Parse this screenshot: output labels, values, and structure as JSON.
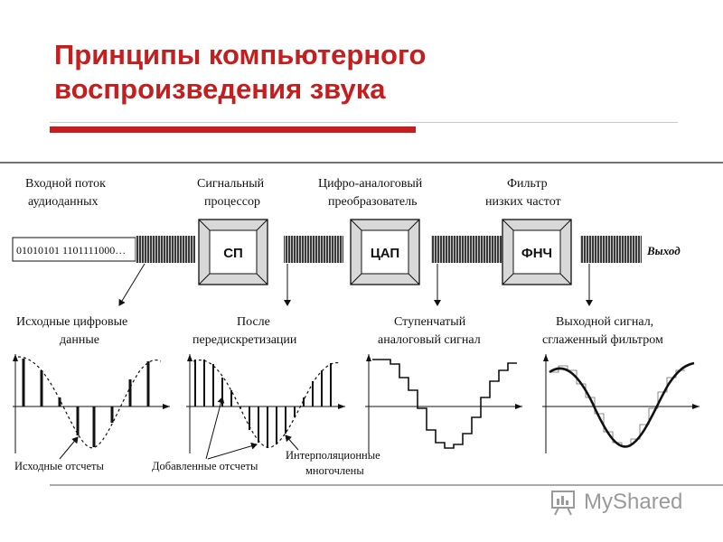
{
  "title": {
    "line1": "Принципы компьютерного",
    "line2": "воспроизведения звука"
  },
  "stages": {
    "input_label_1": "Входной поток",
    "input_label_2": "аудиоданных",
    "dsp_label_1": "Сигнальный",
    "dsp_label_2": "процессор",
    "dac_label_1": "Цифро-аналоговый",
    "dac_label_2": "преобразователь",
    "lpf_label_1": "Фильтр",
    "lpf_label_2": "низких частот",
    "bitstream": "01010101 1101111000…",
    "box_dsp": "СП",
    "box_dac": "ЦАП",
    "box_lpf": "ФНЧ",
    "output": "Выход"
  },
  "panels": {
    "p1_title_1": "Исходные цифровые",
    "p1_title_2": "данные",
    "p2_title_1": "После",
    "p2_title_2": "передискретизации",
    "p3_title_1": "Ступенчатый",
    "p3_title_2": "аналоговый сигнал",
    "p4_title_1": "Выходной сигнал,",
    "p4_title_2": "сглаженный фильтром"
  },
  "annotations": {
    "original_samples": "Исходные отсчеты",
    "added_samples": "Добавленные отсчеты",
    "interp_1": "Интерполяционные",
    "interp_2": "многочлены"
  },
  "watermark": "MyShared"
}
